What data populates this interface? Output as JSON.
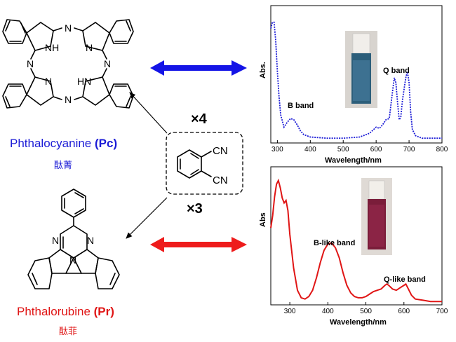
{
  "pc_name": {
    "prefix": "Phthalocyanine ",
    "abbr": "(Pc)",
    "chinese": "酞菁"
  },
  "pr_name": {
    "prefix": "Phthalorubine ",
    "abbr": "(Pr)",
    "chinese": "酞菲"
  },
  "center": {
    "cn_label": "CN",
    "times4": "×4",
    "times3": "×3"
  },
  "atoms": {
    "n": "N",
    "nh": "NH",
    "hn": "HN"
  },
  "colors": {
    "pc": "#1b1bd6",
    "pr": "#e01515",
    "pc_arrow": "#1414e6",
    "pr_arrow": "#ee1c1c"
  },
  "chart_data": [
    {
      "type": "line",
      "ylabel": "Abs.",
      "xlabel": "Wavelength/nm",
      "xlim": [
        280,
        800
      ],
      "xticks": [
        300,
        400,
        500,
        600,
        700,
        800
      ],
      "annotations": [
        {
          "text": "B band",
          "x": 345
        },
        {
          "text": "Q band",
          "x": 695
        }
      ],
      "series": [
        {
          "x": [
            280,
            285,
            290,
            295,
            300,
            305,
            310,
            320,
            330,
            340,
            350,
            360,
            370,
            380,
            400,
            450,
            500,
            550,
            580,
            600,
            610,
            620,
            630,
            640,
            648,
            655,
            660,
            665,
            670,
            675,
            680,
            690,
            695,
            700,
            705,
            710,
            720,
            740,
            760,
            780,
            800
          ],
          "y": [
            0.9,
            0.95,
            0.95,
            0.8,
            0.55,
            0.35,
            0.2,
            0.1,
            0.14,
            0.17,
            0.16,
            0.12,
            0.07,
            0.04,
            0.02,
            0.01,
            0.01,
            0.02,
            0.05,
            0.1,
            0.09,
            0.12,
            0.16,
            0.17,
            0.35,
            0.5,
            0.46,
            0.3,
            0.16,
            0.18,
            0.32,
            0.5,
            0.55,
            0.46,
            0.22,
            0.08,
            0.03,
            0.01,
            0.01,
            0.01,
            0.01
          ]
        }
      ]
    },
    {
      "type": "line",
      "ylabel": "Abs",
      "xlabel": "Wavelength/nm",
      "xlim": [
        250,
        700
      ],
      "xticks": [
        300,
        400,
        500,
        600,
        700
      ],
      "annotations": [
        {
          "text": "B-like band",
          "x": 410
        },
        {
          "text": "Q-like band",
          "x": 560
        }
      ],
      "series": [
        {
          "x": [
            250,
            255,
            260,
            265,
            270,
            275,
            280,
            285,
            290,
            295,
            300,
            310,
            320,
            330,
            340,
            350,
            360,
            370,
            380,
            390,
            400,
            410,
            420,
            430,
            440,
            450,
            460,
            470,
            480,
            490,
            500,
            510,
            520,
            530,
            540,
            550,
            555,
            560,
            570,
            580,
            590,
            600,
            605,
            610,
            620,
            630,
            650,
            670,
            700
          ],
          "y": [
            0.6,
            0.7,
            0.85,
            0.95,
            0.98,
            0.92,
            0.84,
            0.8,
            0.82,
            0.74,
            0.55,
            0.28,
            0.1,
            0.04,
            0.03,
            0.05,
            0.1,
            0.2,
            0.32,
            0.42,
            0.47,
            0.48,
            0.44,
            0.36,
            0.24,
            0.14,
            0.08,
            0.05,
            0.04,
            0.04,
            0.05,
            0.07,
            0.09,
            0.1,
            0.11,
            0.14,
            0.15,
            0.14,
            0.11,
            0.1,
            0.12,
            0.14,
            0.15,
            0.12,
            0.06,
            0.03,
            0.02,
            0.01,
            0.01
          ]
        }
      ]
    }
  ]
}
